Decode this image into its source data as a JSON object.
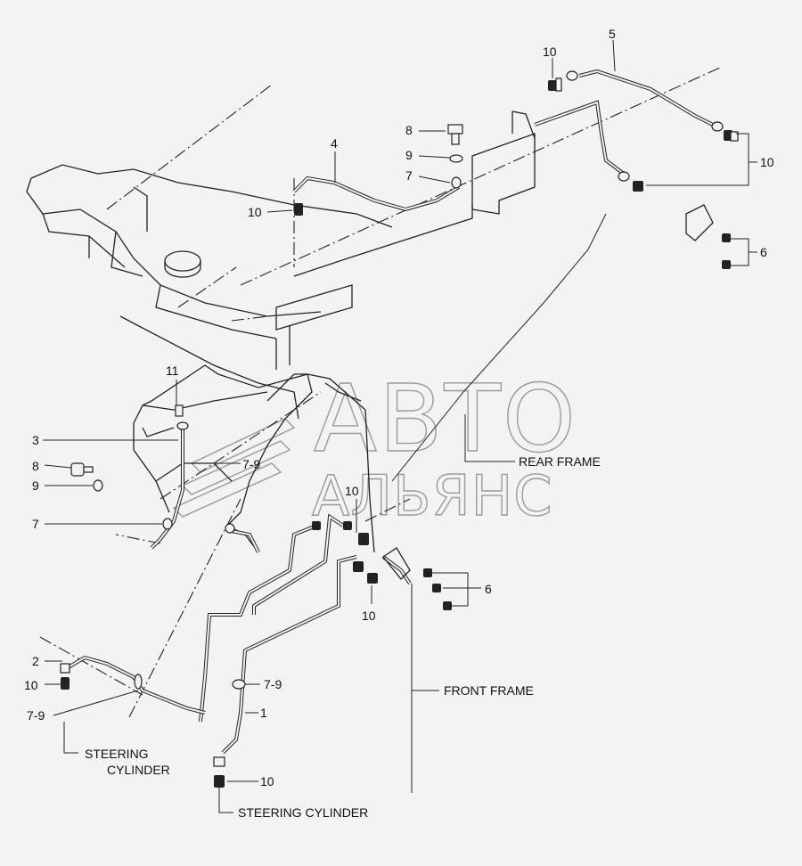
{
  "watermark": {
    "line1": "АВТО",
    "line2": "АЛЬЯНС"
  },
  "callouts": {
    "n10_top": "10",
    "n5": "5",
    "n8_top": "8",
    "n9_top": "9",
    "n7_top": "7",
    "n4": "4",
    "n10_mid": "10",
    "n10_right": "10",
    "n6_top": "6",
    "n11": "11",
    "n3": "3",
    "n79_a": "7-9",
    "n8_left": "8",
    "n9_left": "9",
    "n7_left": "7",
    "n10_center_top": "10",
    "n6_bottom": "6",
    "n10_center_bot": "10",
    "n2": "2",
    "n10_left": "10",
    "n79_left": "7-9",
    "n79_b": "7-9",
    "n1": "1",
    "n10_bottom": "10"
  },
  "labels": {
    "rear_frame": "REAR FRAME",
    "front_frame": "FRONT FRAME",
    "steering_cylinder_left_1": "STEERING",
    "steering_cylinder_left_2": "CYLINDER",
    "steering_cylinder_bottom": "STEERING CYLINDER"
  }
}
